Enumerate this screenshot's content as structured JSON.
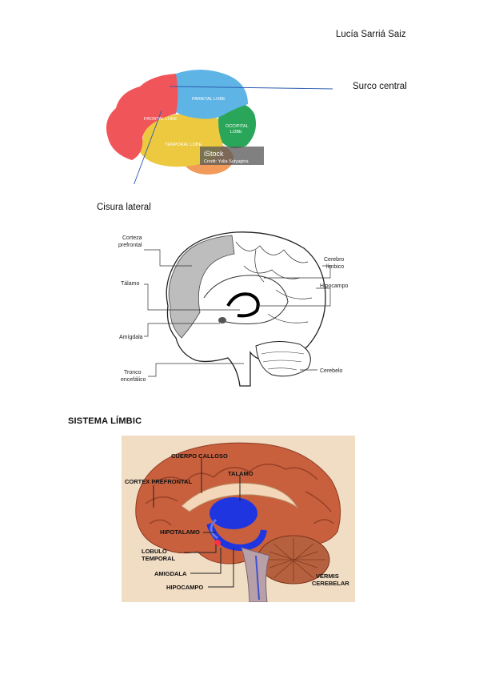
{
  "author": "Lucía Sarriá Saiz",
  "figure1": {
    "surco_label": "Surco central",
    "cisura_label": "Cisura lateral",
    "lobes": {
      "frontal": "FRONTAL LOBE",
      "parietal": "PARIETAL LOBE",
      "occipital_1": "OCCIPITAL",
      "occipital_2": "LOBE",
      "temporal": "TEMPORAL LOBE"
    },
    "watermark_brand": "iStock",
    "watermark_credit": "Credit: Yulia Sutyagina",
    "colors": {
      "frontal": "#f0555a",
      "parietal": "#5fb4e6",
      "occipital": "#2aa65a",
      "temporal": "#ecc93e",
      "cerebellum": "#f29a5a"
    }
  },
  "figure2": {
    "labels": {
      "corteza_1": "Corteza",
      "corteza_2": "prefrontal",
      "talamo": "Tálamo",
      "amigdala": "Amígdala",
      "tronco_1": "Tronco",
      "tronco_2": "encefálico",
      "cerebro_1": "Cerebro",
      "cerebro_2": "límbico",
      "hipocampo": "Hipocampo",
      "cerebelo": "Cerebelo"
    }
  },
  "section_heading": "SISTEMA LÍMBIC",
  "figure3": {
    "labels": {
      "cuerpo_calloso": "CUERPO CALLOSO",
      "cortex_prefrontal": "CORTEX PREFRONTAL",
      "talamo": "TALAMO",
      "hipotalamo": "HIPOTALAMO",
      "lobulo_1": "LOBULO",
      "lobulo_2": "TEMPORAL",
      "amigdala": "AMIGDALA",
      "hipocampo": "HIPOCAMPO",
      "vermis_1": "VERMIS",
      "vermis_2": "CEREBELAR"
    }
  }
}
